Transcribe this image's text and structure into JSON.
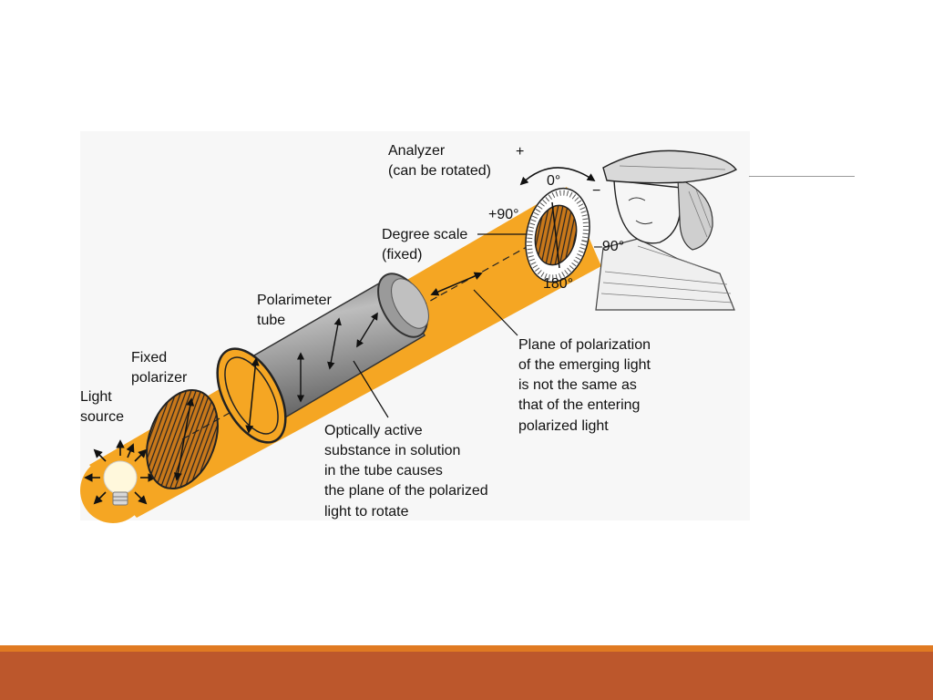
{
  "labels": {
    "light_source": [
      "Light",
      "source"
    ],
    "fixed_polarizer": [
      "Fixed",
      "polarizer"
    ],
    "polarimeter_tube": [
      "Polarimeter",
      "tube"
    ],
    "degree_scale": [
      "Degree scale",
      "(fixed)"
    ],
    "analyzer": [
      "Analyzer",
      "(can be rotated)"
    ],
    "plus_sign": "+",
    "minus_sign": "−",
    "deg_0": "0°",
    "deg_plus90": "+90°",
    "deg_minus90": "–90°",
    "deg_180": "180°",
    "optically_active": [
      "Optically active",
      "substance in solution",
      "in the tube causes",
      "the plane of the polarized",
      "light to rotate"
    ],
    "plane_of_polarization": [
      "Plane of polarization",
      "of the emerging light",
      "is not the same as",
      "that of the entering",
      "polarized light"
    ]
  },
  "colors": {
    "beam": "#f5a623",
    "footer_accent": "#e07a22",
    "footer_bar": "#bc572c",
    "tube": "#9c9c9c"
  }
}
